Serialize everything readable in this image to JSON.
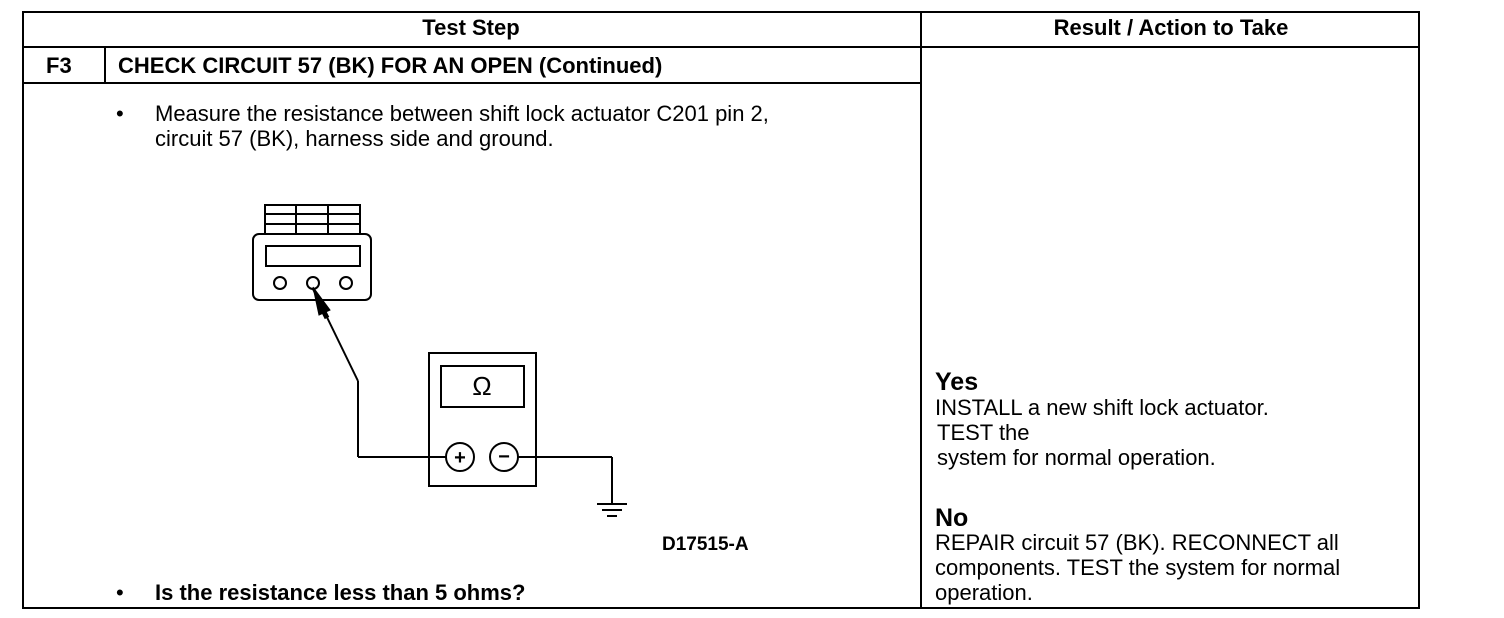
{
  "table": {
    "header_test_step": "Test Step",
    "header_result": "Result / Action to Take",
    "step_id": "F3",
    "step_title": "CHECK CIRCUIT 57 (BK) FOR AN OPEN (Continued)",
    "bullet_symbol": "•",
    "instruction_line1": "Measure the resistance between shift lock actuator C201 pin 2,",
    "instruction_line2": "circuit 57 (BK), harness side and ground.",
    "question": "Is the resistance less than 5 ohms?"
  },
  "figure": {
    "meter_symbol": "Ω",
    "plus_symbol": "+",
    "minus_symbol": "−",
    "figure_id": "D17515-A"
  },
  "results": {
    "yes_label": "Yes",
    "yes_line1": "INSTALL a new shift lock actuator.",
    "yes_line2": "TEST the",
    "yes_line3": "system for normal operation.",
    "no_label": "No",
    "no_line1": "REPAIR circuit 57 (BK). RECONNECT all",
    "no_line2": "components. TEST the system for normal",
    "no_line3": "operation."
  }
}
